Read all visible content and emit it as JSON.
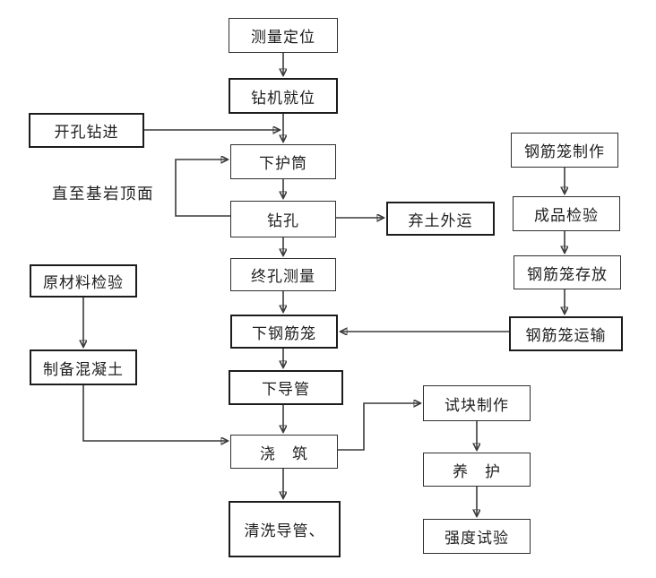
{
  "flowchart": {
    "nodes": {
      "survey": "测量定位",
      "rig": "钻机就位",
      "open_drill": "开孔钻进",
      "bedrock_note": "直至基岩顶面",
      "casing": "下护筒",
      "drilling": "钻孔",
      "spoil": "弃土外运",
      "final_survey": "终孔测量",
      "lower_cage": "下钢筋笼",
      "lower_tremie": "下导管",
      "pouring": "浇　筑",
      "clean_tremie": "清洗导管、",
      "cage_fabrication": "钢筋笼制作",
      "product_inspection": "成品检验",
      "cage_storage": "钢筋笼存放",
      "cage_transport": "钢筋笼运输",
      "raw_material_inspection": "原材料检验",
      "concrete_preparation": "制备混凝土",
      "test_block": "试块制作",
      "curing": "养　护",
      "strength_test": "强度试验"
    },
    "edges": [
      {
        "from": "测量定位",
        "to": "钻机就位"
      },
      {
        "from": "钻机就位",
        "to": "下护筒"
      },
      {
        "from": "开孔钻进",
        "to": "下护筒"
      },
      {
        "from": "钻孔",
        "to": "下护筒",
        "note": "直至基岩顶面"
      },
      {
        "from": "下护筒",
        "to": "钻孔"
      },
      {
        "from": "钻孔",
        "to": "弃土外运"
      },
      {
        "from": "钻孔",
        "to": "终孔测量"
      },
      {
        "from": "终孔测量",
        "to": "下钢筋笼"
      },
      {
        "from": "下钢筋笼",
        "to": "下导管"
      },
      {
        "from": "下导管",
        "to": "浇筑"
      },
      {
        "from": "浇筑",
        "to": "清洗导管、"
      },
      {
        "from": "钢筋笼制作",
        "to": "成品检验"
      },
      {
        "from": "成品检验",
        "to": "钢筋笼存放"
      },
      {
        "from": "钢筋笼存放",
        "to": "钢筋笼运输"
      },
      {
        "from": "钢筋笼运输",
        "to": "下钢筋笼"
      },
      {
        "from": "原材料检验",
        "to": "制备混凝土"
      },
      {
        "from": "制备混凝土",
        "to": "浇筑"
      },
      {
        "from": "浇筑",
        "to": "试块制作"
      },
      {
        "from": "试块制作",
        "to": "养护"
      },
      {
        "from": "养护",
        "to": "强度试验"
      }
    ],
    "colors": {
      "background": "#ffffff",
      "border": "#2e2e2e",
      "text": "#1f1f1f",
      "arrow": "#3a3a3a"
    }
  }
}
